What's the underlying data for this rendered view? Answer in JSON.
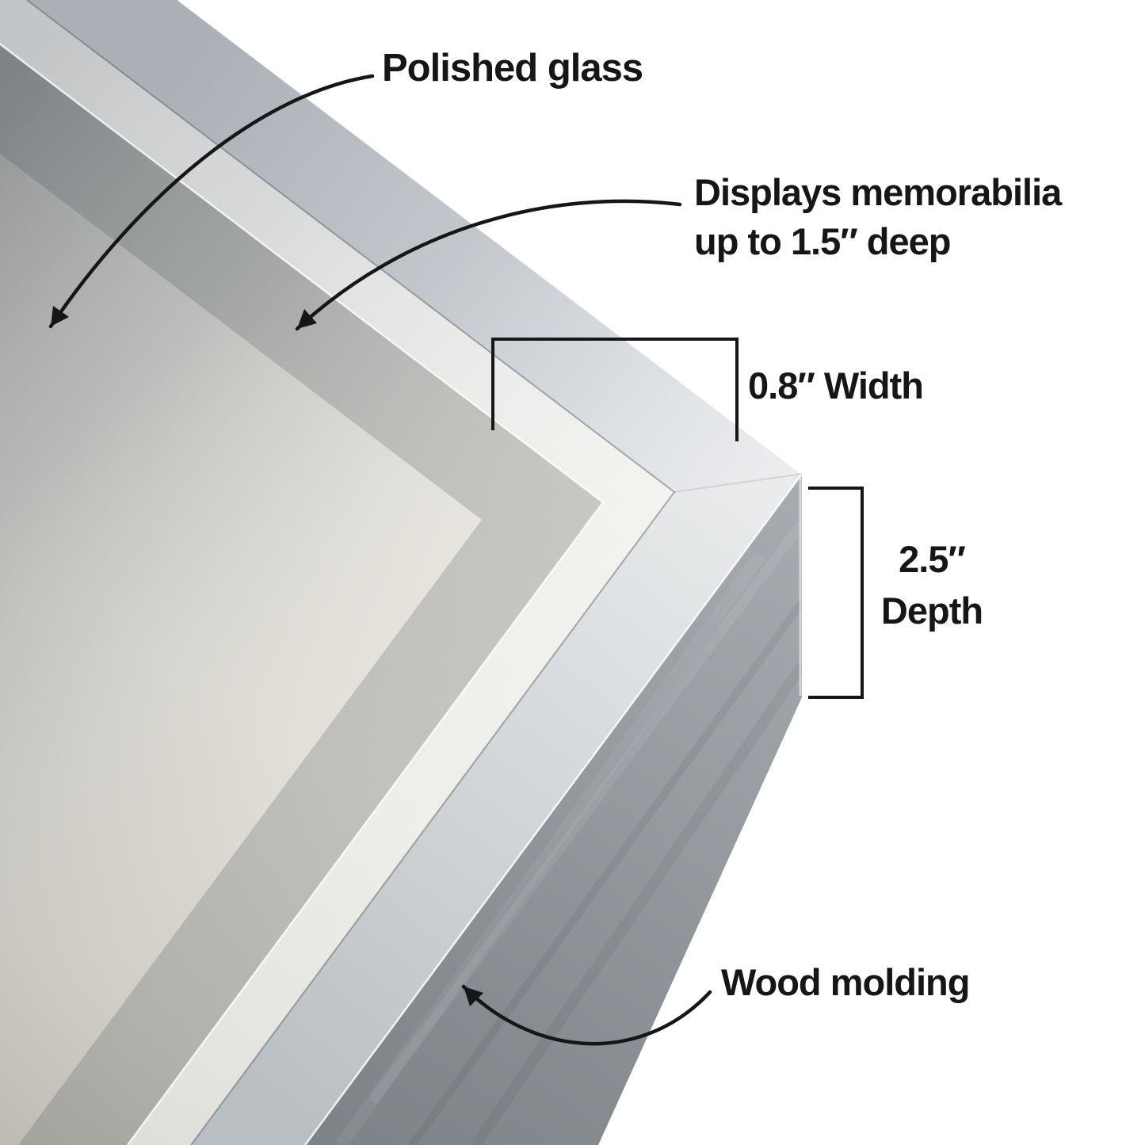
{
  "colors": {
    "background": "#ffffff",
    "annotation_ink": "#161616",
    "frame_top_face": "#d9dcdf",
    "frame_side_face": "#8d9398",
    "backing_board": "#ebe8df",
    "glass_tint": "#9aa0a8"
  },
  "callouts": {
    "polished_glass": {
      "label": "Polished glass"
    },
    "memorabilia": {
      "line1": "Displays memorabilia",
      "line2": "up to 1.5″ deep"
    },
    "width_dimension": {
      "label": "0.8″ Width"
    },
    "depth_dimension": {
      "value": "2.5″",
      "label": "Depth"
    },
    "wood_molding": {
      "label": "Wood molding"
    }
  }
}
